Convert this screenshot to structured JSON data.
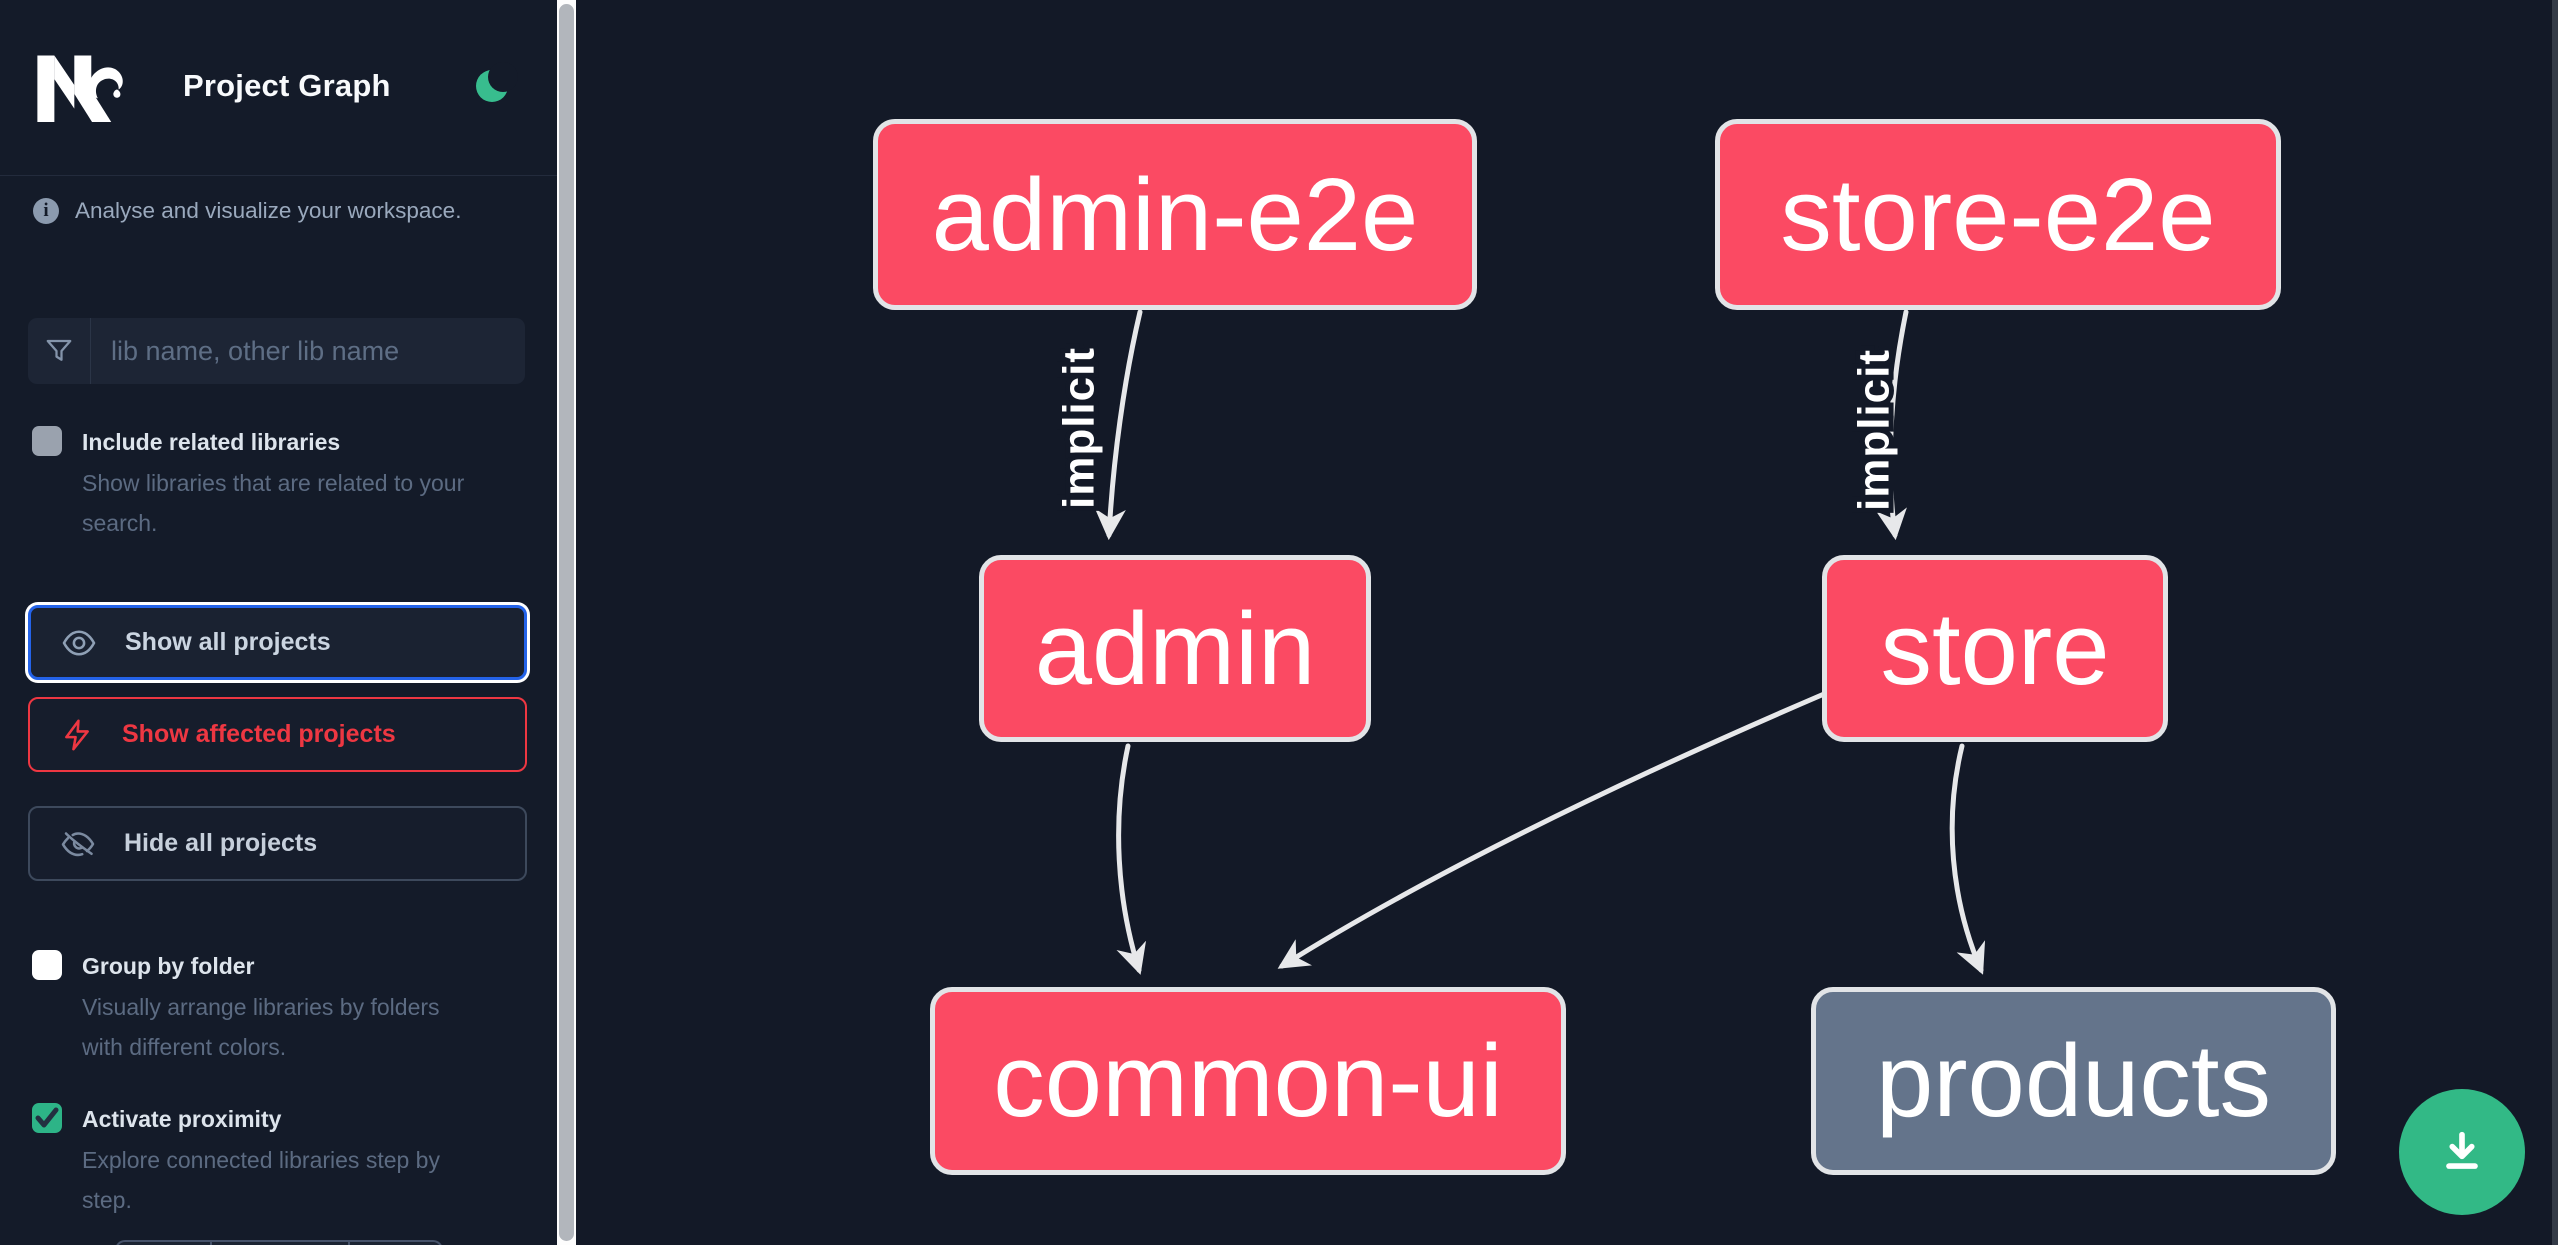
{
  "header": {
    "title": "Project Graph",
    "logo_name": "nx-logo",
    "theme_toggle_icon": "moon"
  },
  "sidebar": {
    "tagline": "Analyse and visualize your workspace.",
    "search": {
      "placeholder": "lib name, other lib name",
      "icon": "funnel"
    },
    "options": [
      {
        "label": "Include related libraries",
        "description": "Show libraries that are related to your search.",
        "checked": false
      },
      {
        "label": "Group by folder",
        "description": "Visually arrange libraries by folders with different colors.",
        "checked": false
      },
      {
        "label": "Activate proximity",
        "description": "Explore connected libraries step by step.",
        "checked": true
      }
    ],
    "actions": [
      {
        "label": "Show all projects",
        "icon": "eye",
        "state": "focused"
      },
      {
        "label": "Show affected projects",
        "icon": "bolt",
        "state": "affected"
      },
      {
        "label": "Hide all projects",
        "icon": "eye-off",
        "state": "default"
      }
    ]
  },
  "graph": {
    "nodes": [
      {
        "id": "admin-e2e",
        "label": "admin-e2e",
        "type": "affected"
      },
      {
        "id": "store-e2e",
        "label": "store-e2e",
        "type": "affected"
      },
      {
        "id": "admin",
        "label": "admin",
        "type": "affected"
      },
      {
        "id": "store",
        "label": "store",
        "type": "affected"
      },
      {
        "id": "common-ui",
        "label": "common-ui",
        "type": "affected"
      },
      {
        "id": "products",
        "label": "products",
        "type": "normal"
      }
    ],
    "edges": [
      {
        "from": "admin-e2e",
        "to": "admin",
        "label": "implicit",
        "type": "implicit"
      },
      {
        "from": "store-e2e",
        "to": "store",
        "label": "implicit",
        "type": "implicit"
      },
      {
        "from": "admin",
        "to": "common-ui",
        "label": "",
        "type": "dependency"
      },
      {
        "from": "store",
        "to": "common-ui",
        "label": "",
        "type": "dependency"
      },
      {
        "from": "store",
        "to": "products",
        "label": "",
        "type": "dependency"
      }
    ]
  },
  "fab": {
    "icon": "download"
  },
  "colors": {
    "affected_node": "#fb4a63",
    "normal_node": "#64748b",
    "node_border": "#e2e4e7",
    "accent_green": "#34b98a",
    "focus_blue": "#2463e9",
    "alert_red": "#ee3742",
    "background": "#131927"
  }
}
